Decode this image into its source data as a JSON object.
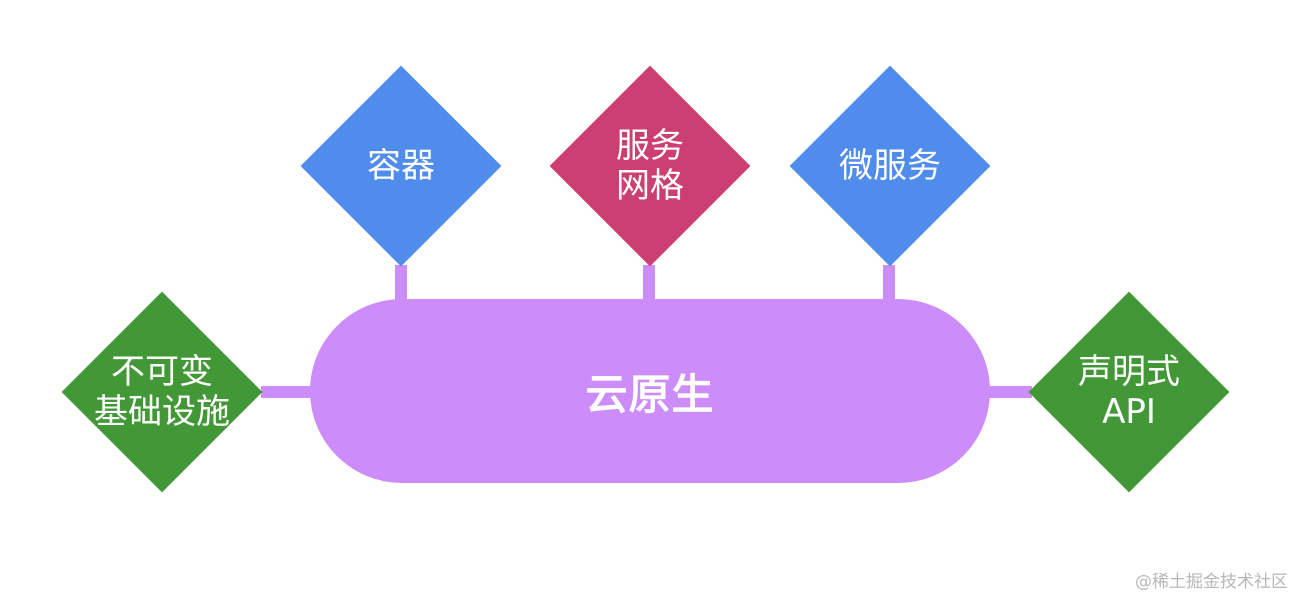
{
  "center": {
    "label": "云原生",
    "color": "#cc8cf9"
  },
  "nodes": {
    "container": {
      "line1": "容器",
      "color": "#4f8cec"
    },
    "service_mesh": {
      "line1": "服务",
      "line2": "网格",
      "color": "#cc3f71"
    },
    "microservices": {
      "line1": "微服务",
      "color": "#4f8cec"
    },
    "immutable_infra": {
      "line1": "不可变",
      "line2": "基础设施",
      "color": "#429736"
    },
    "declarative_api": {
      "line1": "声明式",
      "line2": "API",
      "color": "#429736"
    }
  },
  "watermark": "@稀土掘金技术社区"
}
